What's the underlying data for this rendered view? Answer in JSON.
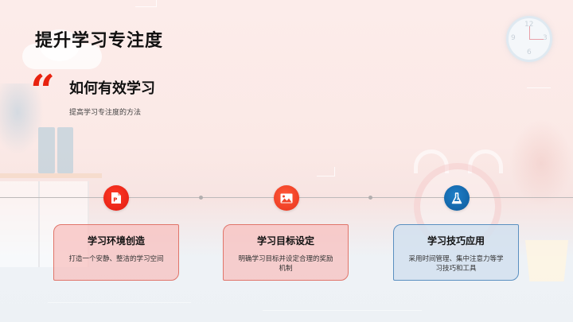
{
  "slide": {
    "title": "提升学习专注度",
    "section": {
      "quote_icon": "quote-open-icon",
      "title": "如何有效学习",
      "subtitle": "提高学习专注度的方法"
    },
    "accent_color": "#e8220f",
    "timeline": {
      "steps": [
        {
          "icon": "ppt-file-icon",
          "icon_color": "#e8220f",
          "title": "学习环境创造",
          "description": "打造一个安静、整洁的学习空间"
        },
        {
          "icon": "image-icon",
          "icon_color": "#f0452a",
          "title": "学习目标设定",
          "description": "明确学习目标并设定合理的奖励机制"
        },
        {
          "icon": "flask-icon",
          "icon_color": "#166cb0",
          "title": "学习技巧应用",
          "description": "采用时间管理、集中注意力等学习技巧和工具"
        }
      ]
    },
    "wall_clock": {
      "numbers": [
        "12",
        "3",
        "6",
        "9"
      ]
    }
  }
}
